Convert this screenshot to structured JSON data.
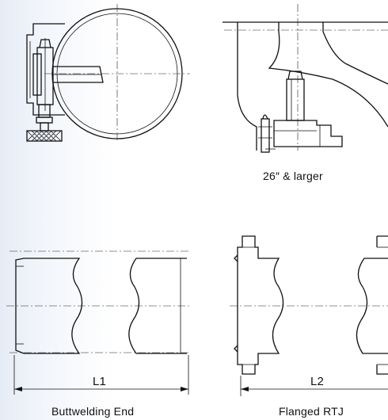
{
  "labels": {
    "larger_size": "26″ & larger",
    "l1": "L1",
    "l2": "L2",
    "buttwelding": "Buttwelding End",
    "flanged": "Flanged RTJ"
  },
  "colors": {
    "line": "#111111",
    "background_tint": "#e6ecf6"
  }
}
